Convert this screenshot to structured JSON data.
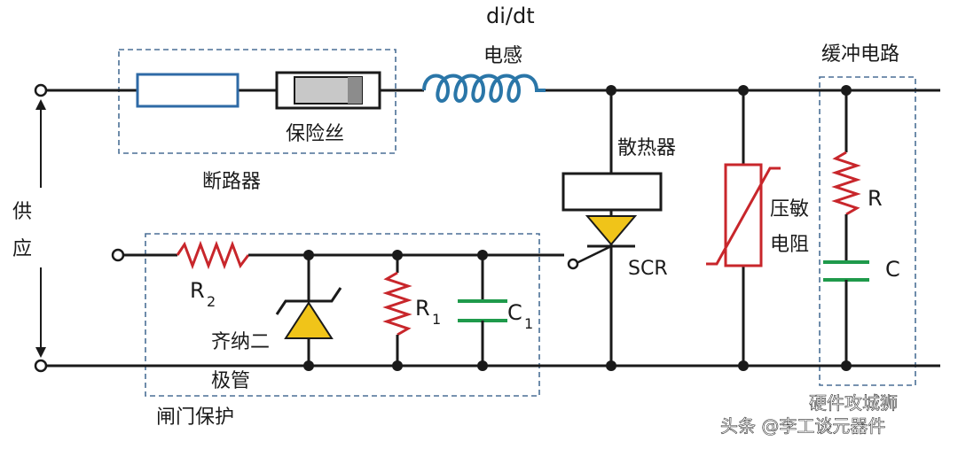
{
  "labels": {
    "didt": "di/dt",
    "inductor": "电感",
    "buffer": "缓冲电路",
    "fuse": "保险丝",
    "breaker": "断路器",
    "heatsink": "散热器",
    "supply_1": "供",
    "supply_2": "应",
    "varistor_1": "压敏",
    "varistor_2": "电阻",
    "r_snub": "R",
    "c_snub": "C",
    "scr": "SCR",
    "r2_main": "R",
    "r2_sub": "2",
    "r1_main": "R",
    "r1_sub": "1",
    "c1_main": "C",
    "c1_sub": "1",
    "zener_1": "齐纳二",
    "zener_2": "极管",
    "gate": "闸门保护"
  },
  "watermark": {
    "line1": "硬件攻城狮",
    "line2": "头条 @李工谈元器件"
  },
  "colors": {
    "wire": "#1a1a1a",
    "resistor_red": "#c8262b",
    "capacitor_green": "#1f9a4b",
    "inductor_blue": "#2a76a8",
    "fuse_blue": "#2e6aa6",
    "zener_fill": "#f0c419",
    "dashed_box": "#4a6f96"
  }
}
